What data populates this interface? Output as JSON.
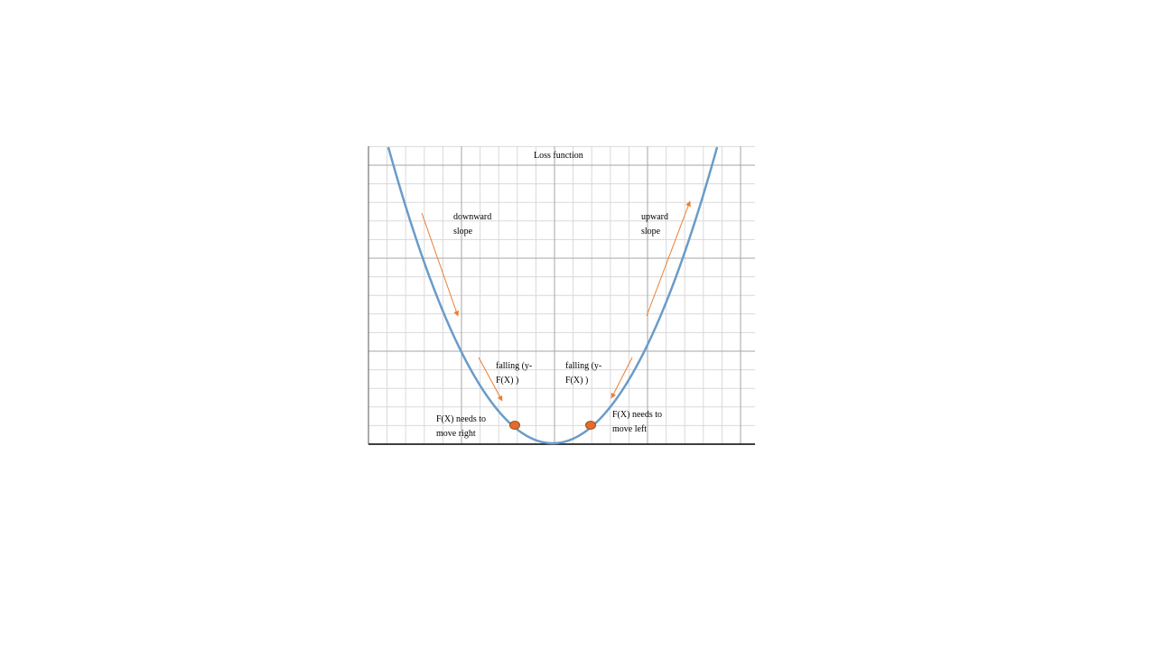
{
  "title": "Loss function",
  "annotations": {
    "downward": {
      "line1": "downward",
      "line2": "slope"
    },
    "upward": {
      "line1": "upward",
      "line2": "slope"
    },
    "falling_left": {
      "line1": "falling (y-",
      "line2": "F(X) )"
    },
    "falling_right": {
      "line1": "falling (y-",
      "line2": "F(X) )"
    },
    "move_right": {
      "line1": "F(X) needs to",
      "line2": "move right"
    },
    "move_left": {
      "line1": "F(X) needs to",
      "line2": "move left"
    }
  },
  "colors": {
    "curve": "#6a9bc9",
    "arrow": "#ed7d31",
    "point_fill": "#e36c2c",
    "point_stroke": "#a0501b",
    "grid_major": "#a6a6a6",
    "grid_minor": "#d9d9d9",
    "axis": "#000000"
  },
  "chart_data": {
    "type": "line",
    "curve": "parabola",
    "points": [
      {
        "name": "F(X) needs to move right",
        "side": "left"
      },
      {
        "name": "F(X) needs to move left",
        "side": "right"
      }
    ],
    "grid": true
  }
}
